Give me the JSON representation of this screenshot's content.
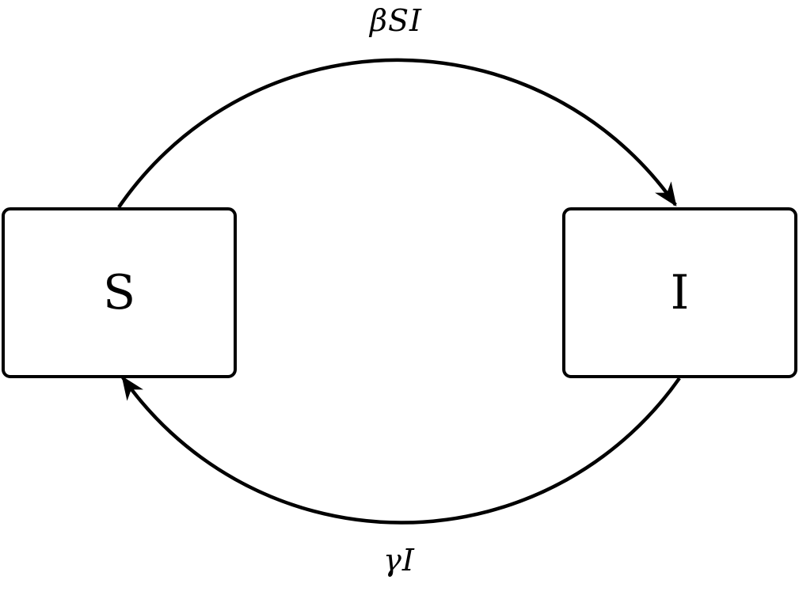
{
  "diagram_type": "SIS compartmental model flow diagram",
  "nodes": {
    "s": {
      "label": "S"
    },
    "i": {
      "label": "I"
    }
  },
  "edges": {
    "s_to_i": {
      "label": "βSI",
      "from": "S",
      "to": "I",
      "direction": "top arc, left to right"
    },
    "i_to_s": {
      "label": "γI",
      "from": "I",
      "to": "S",
      "direction": "bottom arc, right to left"
    }
  },
  "colors": {
    "line": "#000000",
    "background": "#ffffff"
  }
}
